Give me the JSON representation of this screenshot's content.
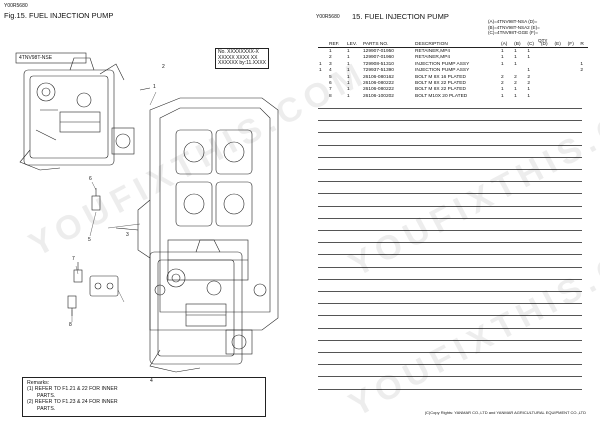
{
  "left": {
    "doc_code": "Y00R5680",
    "fig_title": "Fig.15.  FUEL INJECTION PUMP",
    "model_tag": "4TNV98T-NSE",
    "label_box": [
      "No. XXXXXXXX-X",
      "XXXXX  XXXX XX",
      "XXXXXX by:11.XXXX"
    ],
    "callouts": [
      "1",
      "2",
      "3",
      "4",
      "5",
      "6",
      "7",
      "8"
    ],
    "remarks": {
      "title": "Remarks:",
      "line1": "(1) REFER TO F1.21 & 22 FOR INNER",
      "line1b": "PARTS.",
      "line2": "(2) REFER TO F1.23 & 24 FOR INNER",
      "line2b": "PARTS."
    }
  },
  "right": {
    "doc_code": "Y00R5680",
    "section_title": "15.  FUEL INJECTION PUMP",
    "models": [
      "(A)=4TNV98T-NSA  (D)=",
      "(B)=4TNV98T-NSA2  (E)=",
      "(C)=4TNV98T-GGE  (F)="
    ],
    "headers": {
      "ref": "REF.",
      "lev": "LEV.",
      "parts_no": "PARTS NO.",
      "description": "DESCRIPTION",
      "qty": "QTY",
      "r": "R",
      "cols": [
        "(A)",
        "(B)",
        "(C)",
        "(D)",
        "(E)",
        "(F)"
      ]
    },
    "rows": [
      {
        "mark": "",
        "ref": "1",
        "lev": "1",
        "parts_no": "129907-01950",
        "desc": "RETAINER,MP4",
        "a": "1",
        "b": "1",
        "c": "1",
        "r": ""
      },
      {
        "mark": "",
        "ref": "2",
        "lev": "1",
        "parts_no": "129907-01960",
        "desc": "RETAINER,MP4",
        "a": "1",
        "b": "1",
        "c": "1",
        "r": ""
      },
      {
        "mark": "1",
        "ref": "3",
        "lev": "1",
        "parts_no": "729908-51310",
        "desc": "INJECTION PUMP ASSY",
        "a": "1",
        "b": "1",
        "c": "",
        "r": "1"
      },
      {
        "mark": "1",
        "ref": "4",
        "lev": "1",
        "parts_no": "729937-51390",
        "desc": "INJECTION PUMP ASSY",
        "a": "",
        "b": "",
        "c": "1",
        "r": "2"
      },
      {
        "mark": "",
        "ref": "5",
        "lev": "1",
        "parts_no": "26106-080162",
        "desc": "BOLT M 8X 16 PLATED",
        "a": "2",
        "b": "2",
        "c": "2",
        "r": ""
      },
      {
        "mark": "",
        "ref": "6",
        "lev": "1",
        "parts_no": "26106-080222",
        "desc": "BOLT M 8X 22 PLATED",
        "a": "2",
        "b": "2",
        "c": "2",
        "r": ""
      },
      {
        "mark": "",
        "ref": "7",
        "lev": "1",
        "parts_no": "26106-080222",
        "desc": "BOLT M 8X 22 PLATED",
        "a": "1",
        "b": "1",
        "c": "1",
        "r": ""
      },
      {
        "mark": "",
        "ref": "8",
        "lev": "1",
        "parts_no": "26106-100202",
        "desc": "BOLT M10X 20 PLATED",
        "a": "1",
        "b": "1",
        "c": "1",
        "r": ""
      }
    ],
    "footer": "(C)Copy Rights: YANMAR CO.,LTD and YANMAR AGRICULTURAL EQUIPMENT CO.,LTD"
  },
  "watermark": "YOUFIXTHIS.COM"
}
